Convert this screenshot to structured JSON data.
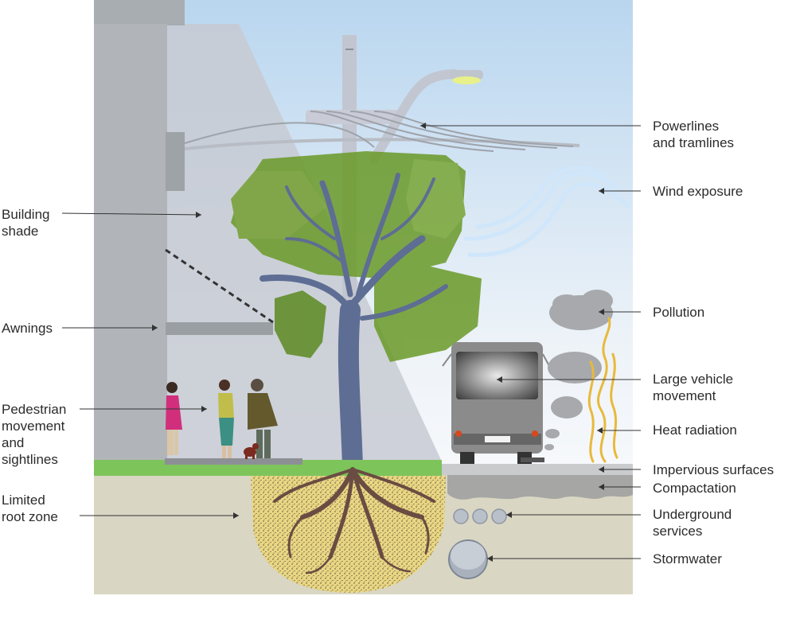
{
  "labels": {
    "building_shade": "Building\nshade",
    "awnings": "Awnings",
    "pedestrian": "Pedestrian\nmovement\nand\nsightlines",
    "limited_root_zone": "Limited\nroot zone",
    "powerlines": "Powerlines\nand tramlines",
    "wind_exposure": "Wind exposure",
    "pollution": "Pollution",
    "large_vehicle": "Large vehicle\nmovement",
    "heat_radiation": "Heat radiation",
    "impervious_surfaces": "Impervious surfaces",
    "compactation": "Compactation",
    "underground_services": "Underground\nservices",
    "stormwater": "Stormwater"
  },
  "colors": {
    "sky_top": "#bcd8f0",
    "sky_bottom": "#f3f7fb",
    "building": "#b0b5b9",
    "shade": "#c9ccd3",
    "grass": "#7cc35a",
    "soil": "#d8d6c2",
    "root_zone": "#e8d67a",
    "foliage": "#6f9a2a",
    "trunk": "#5f6f93",
    "roots": "#6b4d43",
    "road": "#a9a9a9",
    "bus": "#8c8c8c",
    "flame": "#e8b93b",
    "smoke": "#a7a9ad"
  }
}
